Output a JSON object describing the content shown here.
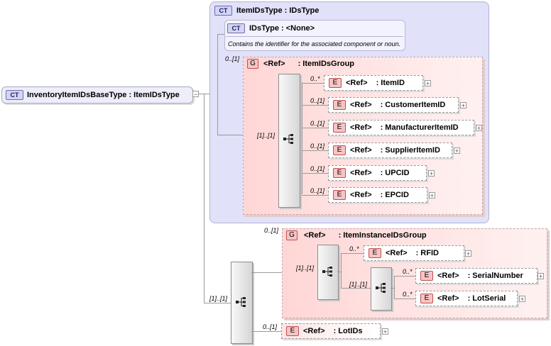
{
  "root": {
    "badge": "CT",
    "label": "InventoryItemIDsBaseType : ItemIDsType"
  },
  "ct_panel": {
    "badge": "CT",
    "title": "ItemIDsType : IDsType"
  },
  "ids_type": {
    "badge": "CT",
    "title": "IDsType  : <None>",
    "description": "Contains the identifier for the associated component or noun."
  },
  "group1": {
    "badge": "G",
    "ref": "<Ref>",
    "name": ": ItemIDsGroup",
    "occurrence": "0..[1]",
    "seq_occurrence": "[1]..[1]",
    "elements": [
      {
        "occ": "0..*",
        "ref": "<Ref>",
        "name": ": ItemID"
      },
      {
        "occ": "0..[1]",
        "ref": "<Ref>",
        "name": ": CustomerItemID"
      },
      {
        "occ": "0..[1]",
        "ref": "<Ref>",
        "name": ": ManufacturerItemID"
      },
      {
        "occ": "0..[1]",
        "ref": "<Ref>",
        "name": ": SupplierItemID"
      },
      {
        "occ": "0..[1]",
        "ref": "<Ref>",
        "name": ": UPCID"
      },
      {
        "occ": "0..[1]",
        "ref": "<Ref>",
        "name": ": EPCID"
      }
    ]
  },
  "group2": {
    "badge": "G",
    "ref": "<Ref>",
    "name": ": ItemInstanceIDsGroup",
    "occurrence": "0..[1]",
    "seq_occurrence": "[1]..[1]",
    "rfid": {
      "occ": "0..*",
      "ref": "<Ref>",
      "name": ": RFID"
    },
    "inner_seq_occurrence": "[1]..[1]",
    "inner": [
      {
        "occ": "0..*",
        "ref": "<Ref>",
        "name": ": SerialNumber"
      },
      {
        "occ": "0..*",
        "ref": "<Ref>",
        "name": ": LotSerial"
      }
    ]
  },
  "outer_seq_occurrence": "[1]..[1]",
  "lotids": {
    "occ": "0..[1]",
    "ref": "<Ref>",
    "name": ": LotIDs"
  },
  "element_badge": "E",
  "plus_symbol": "+",
  "minus_symbol": "−"
}
